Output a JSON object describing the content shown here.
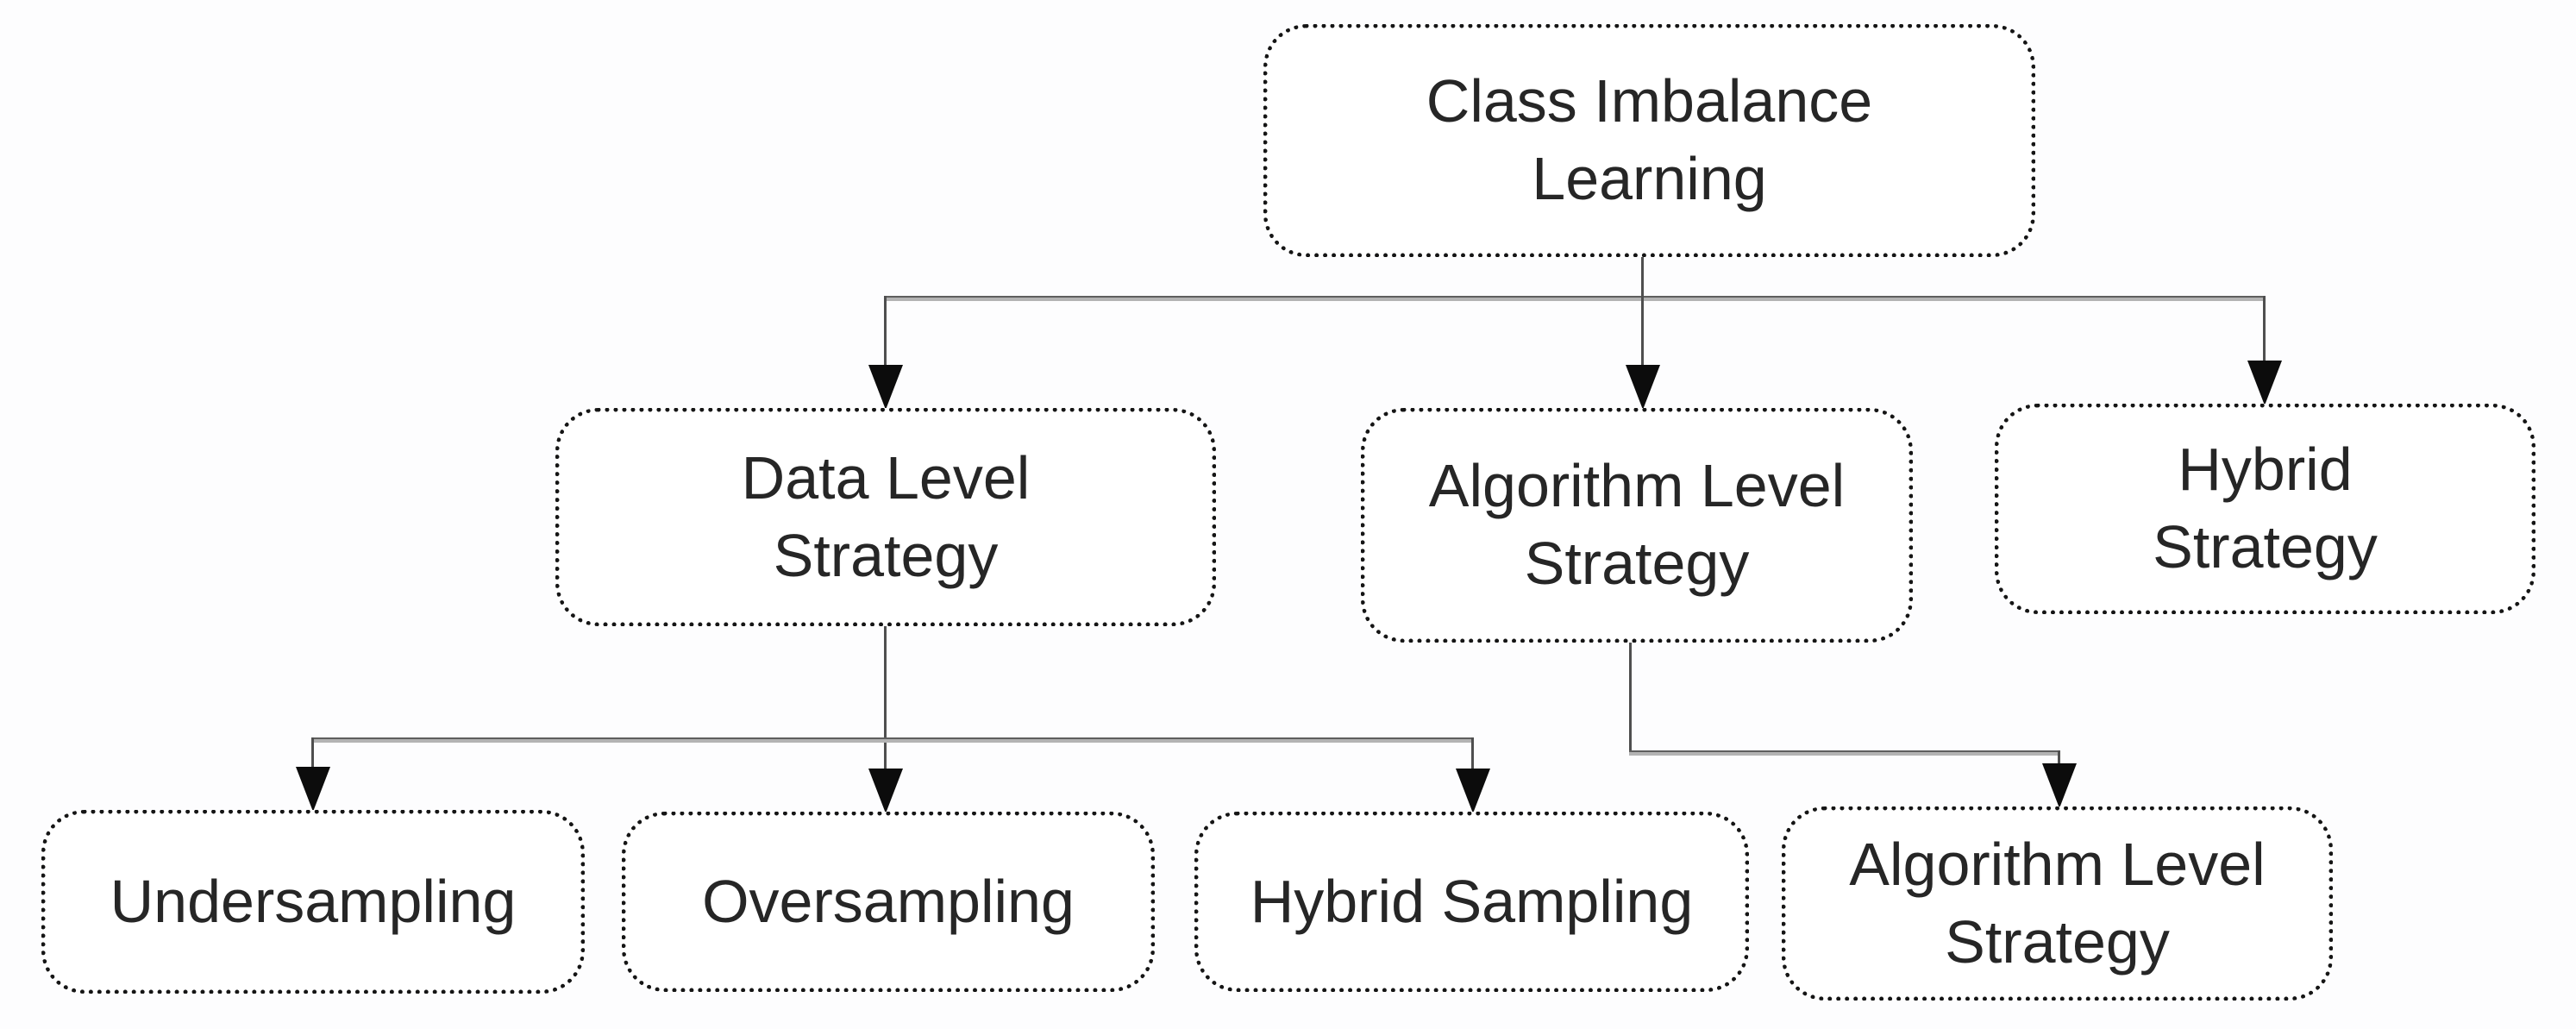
{
  "diagram": {
    "type": "tree-flowchart",
    "nodes": [
      {
        "id": "class-imbalance-learning",
        "label": "Class Imbalance\nLearning",
        "level": 1
      },
      {
        "id": "data-level-strategy",
        "label": "Data Level\nStrategy",
        "level": 2
      },
      {
        "id": "algorithm-level-strategy",
        "label": "Algorithm Level\nStrategy",
        "level": 2
      },
      {
        "id": "hybrid-strategy",
        "label": "Hybrid\nStrategy",
        "level": 2
      },
      {
        "id": "undersampling",
        "label": "Undersampling",
        "level": 3
      },
      {
        "id": "oversampling",
        "label": "Oversampling",
        "level": 3
      },
      {
        "id": "hybrid-sampling",
        "label": "Hybrid Sampling",
        "level": 3
      },
      {
        "id": "algorithm-level-strategy-child",
        "label": "Algorithm Level\nStrategy",
        "level": 3
      }
    ],
    "edges": [
      {
        "from": "class-imbalance-learning",
        "to": "data-level-strategy"
      },
      {
        "from": "class-imbalance-learning",
        "to": "algorithm-level-strategy"
      },
      {
        "from": "class-imbalance-learning",
        "to": "hybrid-strategy"
      },
      {
        "from": "data-level-strategy",
        "to": "undersampling"
      },
      {
        "from": "data-level-strategy",
        "to": "oversampling"
      },
      {
        "from": "data-level-strategy",
        "to": "hybrid-sampling"
      },
      {
        "from": "algorithm-level-strategy",
        "to": "algorithm-level-strategy-child"
      }
    ],
    "style": {
      "node_border": "dotted",
      "border_color": "#151515",
      "text_color": "#262626",
      "line_color": "#5e5e5e",
      "arrow_color": "#0c0c0c",
      "background": "#ffffff"
    }
  }
}
